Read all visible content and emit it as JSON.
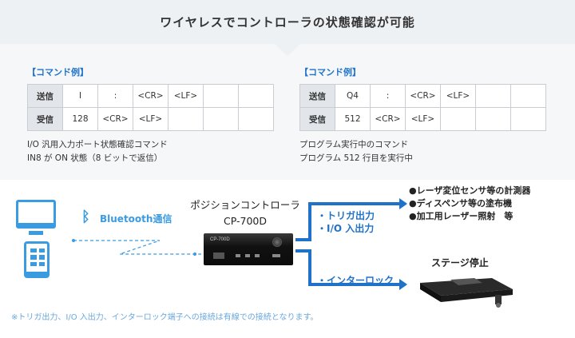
{
  "header": {
    "title": "ワイヤレスでコントローラの状態確認が可能"
  },
  "left_example": {
    "heading": "【コマンド例】",
    "rows": [
      {
        "label": "送信",
        "cells": [
          "I",
          ":",
          "<CR>",
          "<LF>",
          "",
          ""
        ]
      },
      {
        "label": "受信",
        "cells": [
          "128",
          "<CR>",
          "<LF>",
          "",
          "",
          ""
        ]
      }
    ],
    "notes": [
      "I/O 汎用入力ポート状態確認コマンド",
      "IN8 が ON 状態（8 ビットで返信）"
    ]
  },
  "right_example": {
    "heading": "【コマンド例】",
    "rows": [
      {
        "label": "送信",
        "cells": [
          "Q4",
          ":",
          "<CR>",
          "<LF>",
          "",
          ""
        ]
      },
      {
        "label": "受信",
        "cells": [
          "512",
          "<CR>",
          "<LF>",
          "",
          "",
          ""
        ]
      }
    ],
    "notes": [
      "プログラム実行中のコマンド",
      "プログラム 512 行目を実行中"
    ]
  },
  "diagram": {
    "bluetooth_label": "Bluetooth通信",
    "device_name_line1": "ポジションコントローラ",
    "device_name_line2": "CP-700D",
    "controller_logo": "CP-700D",
    "trigger_io_lines": [
      "・トリガ出力",
      "・I/O 入出力"
    ],
    "interlock_label": "・インターロック",
    "destinations": [
      "●レーザ変位センサ等の計測器",
      "●ディスペンサ等の塗布機",
      "●加工用レーザー照射　等"
    ],
    "stage_stop_label": "ステージ停止"
  },
  "footnote": "※トリガ出力、I/O 入出力、インターロック端子への接続は有線での接続となります。",
  "colors": {
    "accent": "#1f72c8",
    "icon_blue": "#3b9be0",
    "header_bg": "#eef1f4"
  }
}
